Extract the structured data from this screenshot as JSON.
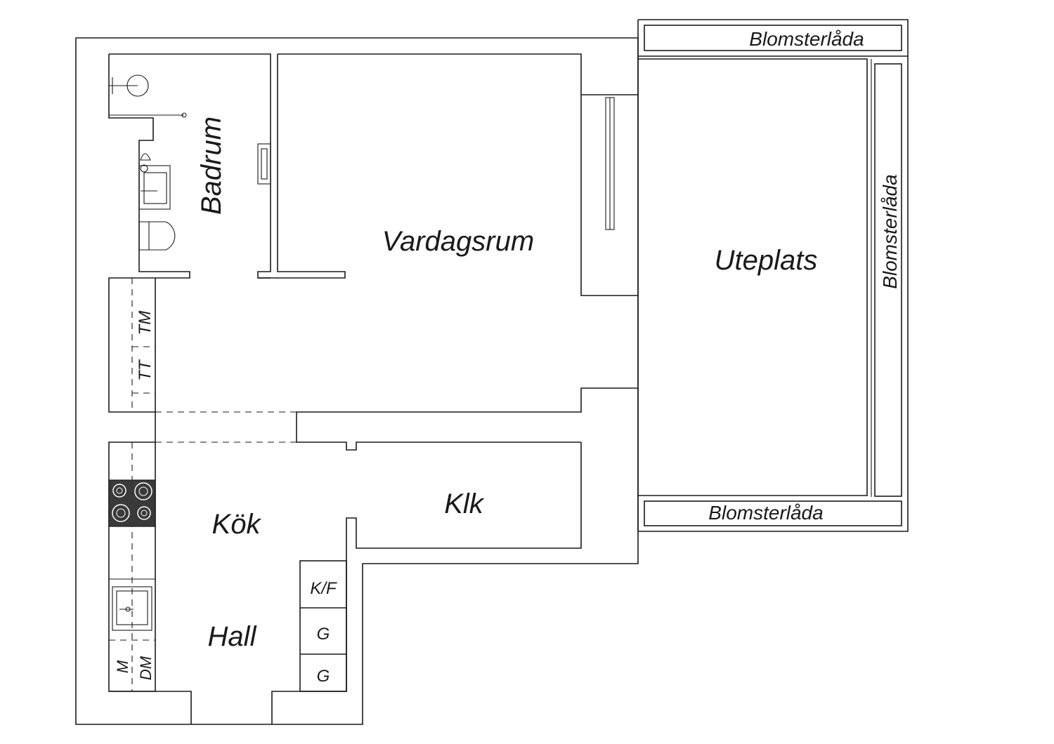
{
  "rooms": {
    "badrum": "Badrum",
    "vardagsrum": "Vardagsrum",
    "uteplats": "Uteplats",
    "klk": "Klk",
    "kok": "Kök",
    "hall": "Hall"
  },
  "flower_boxes": {
    "top": "Blomsterlåda",
    "right": "Blomsterlåda",
    "bottom": "Blomsterlåda"
  },
  "appliances": {
    "tm": "TM",
    "tt": "TT",
    "kf": "K/F",
    "g1": "G",
    "g2": "G",
    "m": "M",
    "dm": "DM"
  },
  "colors": {
    "line": "#1a1a1a",
    "stove": "#3a3a3a",
    "background": "#ffffff"
  }
}
